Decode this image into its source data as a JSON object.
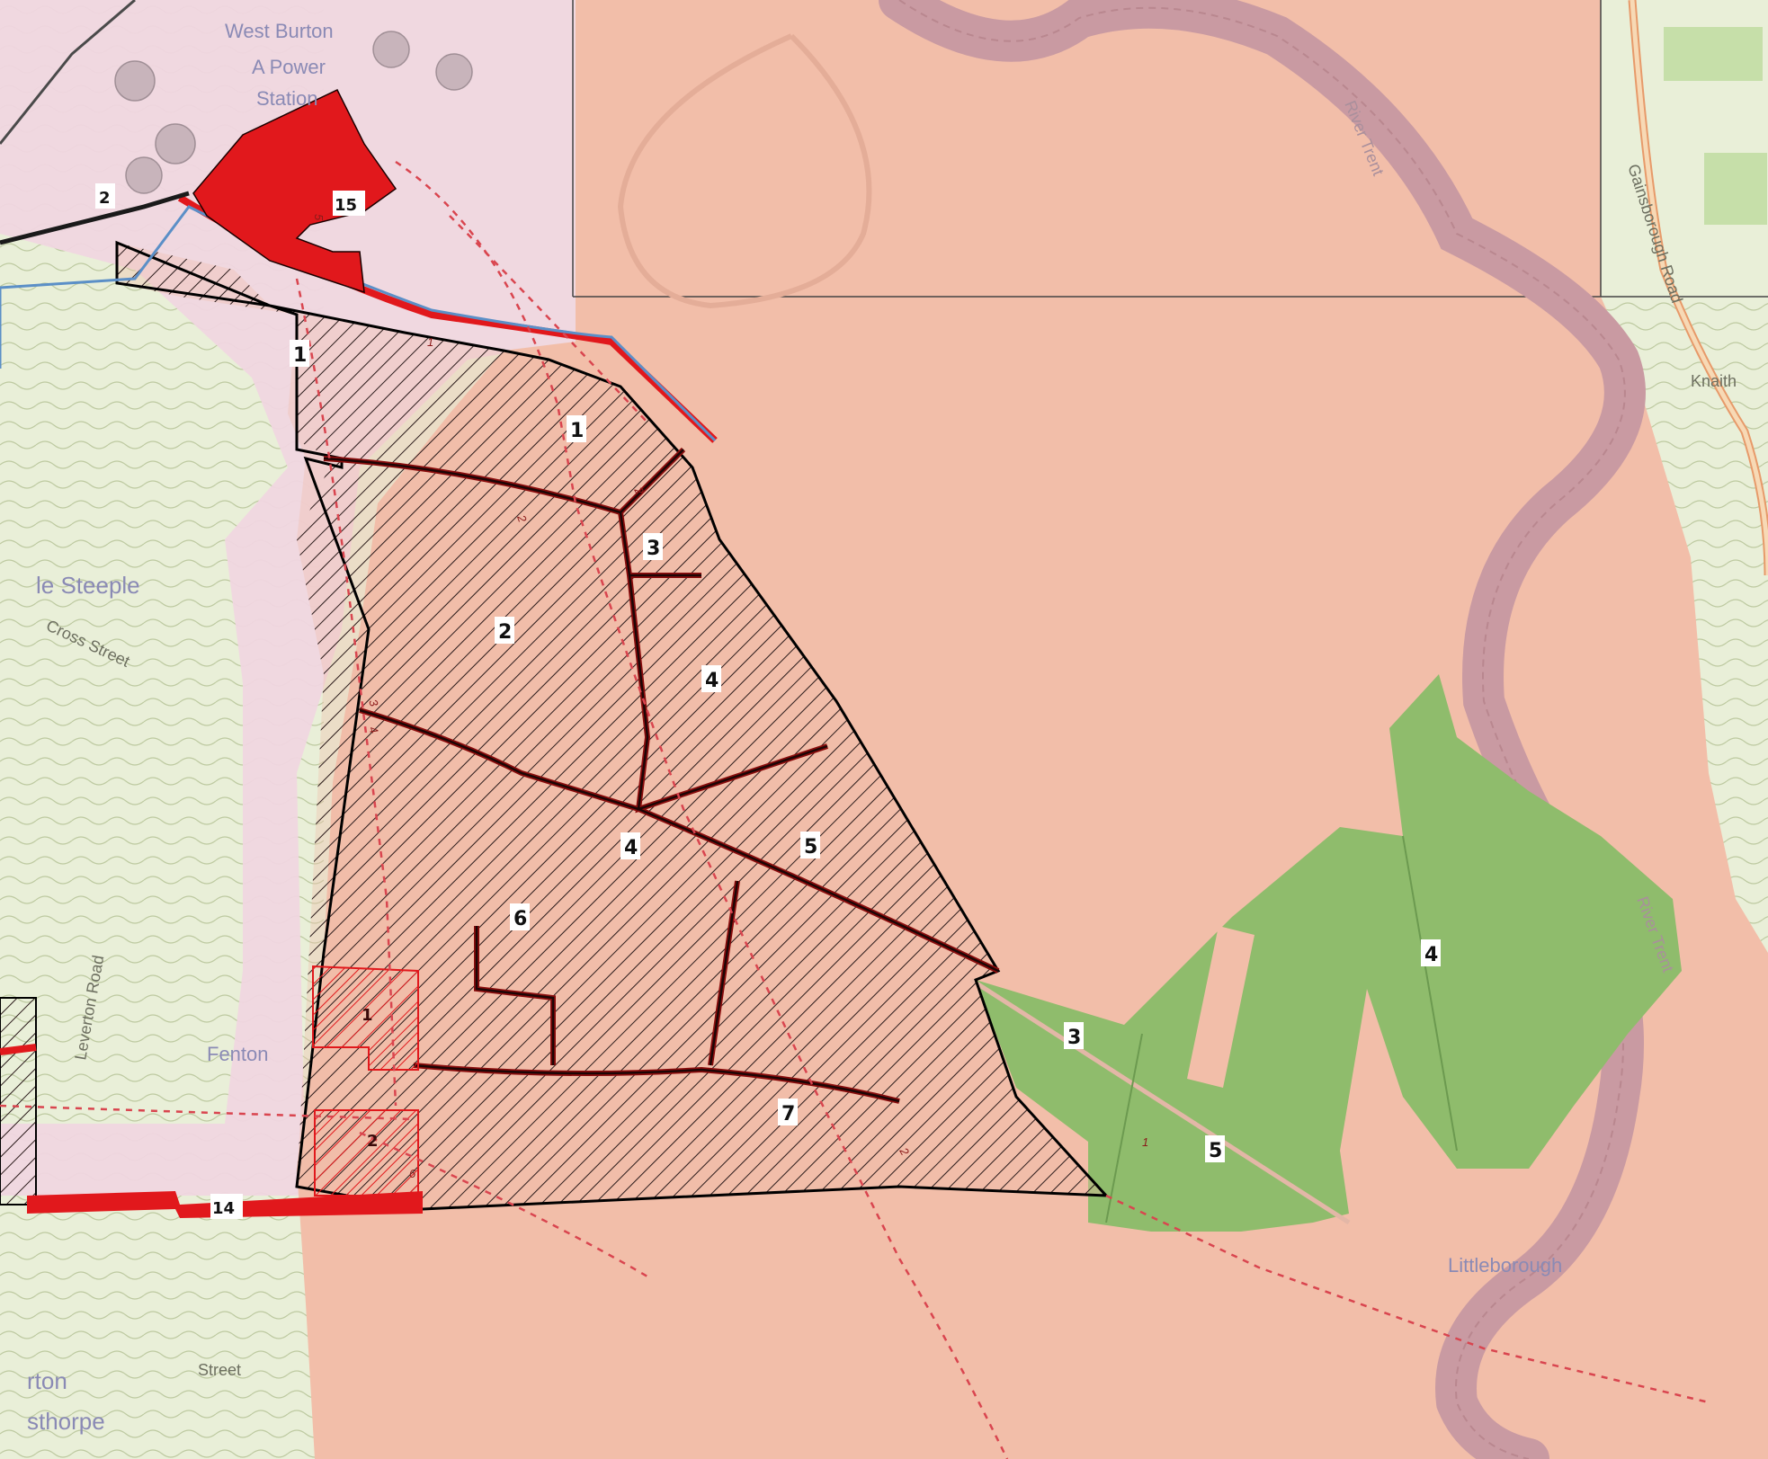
{
  "colors": {
    "salmon_zone": "#f2bea9",
    "pink_zone": "#f0d6e0",
    "green_zone": "#8fbc6c",
    "red_zone": "#e1181c",
    "river": "#c99aa2",
    "base_land": "#e9efd8"
  },
  "place_labels": {
    "west_burton": "West Burton",
    "a_power": "A Power",
    "station": "Station",
    "steeple": "le Steeple",
    "fenton": "Fenton",
    "littleborough": "Littleborough",
    "sturton": "rton",
    "cottam": "sthorpe",
    "knaith": "Knaith",
    "gainsborough_road": "Gainsborough Road",
    "leverton_road": "Leverton Road",
    "river_trent_north": "River Trent",
    "river_trent_south": "River Trent",
    "cross_street": "Cross Street",
    "street_south": "Street"
  },
  "black_hatched_labels": [
    "1",
    "1",
    "2",
    "3",
    "4",
    "4",
    "5",
    "6",
    "7"
  ],
  "red_hatched_labels": [
    "1",
    "2"
  ],
  "green_labels": [
    "3",
    "4",
    "5"
  ],
  "red_labels": [
    "15",
    "14",
    "2"
  ],
  "route_labels": [
    "5",
    "1",
    "2",
    "2",
    "3",
    "4",
    "6",
    "2",
    "1"
  ]
}
